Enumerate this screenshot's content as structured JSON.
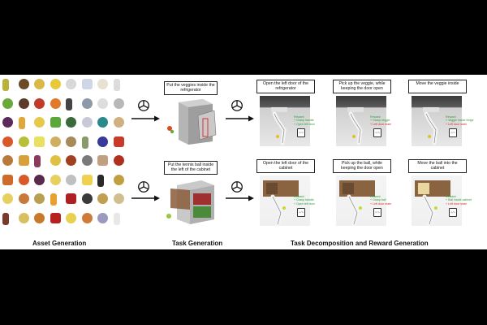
{
  "captions": {
    "assets": "Asset Generation",
    "tasks": "Task Generation",
    "decomposition": "Task Decomposition and Reward Generation"
  },
  "rows": [
    {
      "task": "Put the veggies inside the refrigerator",
      "subtasks": [
        {
          "label": "Open the left door of the refrigerator",
          "reward_title": "Reward:",
          "reward_items": [
            {
              "text": "+ Grasp handle",
              "status": "ok"
            },
            {
              "text": "+ Open left door",
              "status": "ok"
            }
          ]
        },
        {
          "label": "Pick up the veggie, while keeping the door open",
          "reward_title": "Reward:",
          "reward_items": [
            {
              "text": "+ Grasp veggie",
              "status": "ok"
            },
            {
              "text": "+ Left door state",
              "status": "bad"
            }
          ]
        },
        {
          "label": "Move the veggie inside",
          "reward_title": "Reward:",
          "reward_items": [
            {
              "text": "+ Veggie inside fridge",
              "status": "ok"
            },
            {
              "text": "+ Left door state",
              "status": "bad"
            }
          ]
        }
      ]
    },
    {
      "task": "Put the tennis ball inside the left of the cabinet",
      "subtasks": [
        {
          "label": "Open the left door of the cabinet",
          "reward_title": "Reward:",
          "reward_items": [
            {
              "text": "+ Grasp handle",
              "status": "ok"
            },
            {
              "text": "+ Open left door",
              "status": "ok"
            }
          ]
        },
        {
          "label": "Pick up the ball, while keeping the door open",
          "reward_title": "Reward:",
          "reward_items": [
            {
              "text": "+ Grasp ball",
              "status": "ok"
            },
            {
              "text": "+ Left door state",
              "status": "bad"
            }
          ]
        },
        {
          "label": "Move the ball into the cabinet",
          "reward_title": "Reward:",
          "reward_items": [
            {
              "text": "+ Ball inside cabinet",
              "status": "ok"
            },
            {
              "text": "+ Left door state",
              "status": "bad"
            }
          ]
        }
      ]
    }
  ],
  "code_icon_text": "</>",
  "colors": {
    "reward_ok": "#2a9d3a",
    "reward_bad": "#d93025",
    "asset_palette": [
      "#b8b23a",
      "#6b4a2a",
      "#d9b84a",
      "#e8c93a",
      "#d8d8d8",
      "#cfd6e6",
      "#e8e0d0",
      "#dcdcdc",
      "#6aa83a",
      "#5c3b2a",
      "#c23a2a",
      "#e07a2a",
      "#444",
      "#8a9aa8",
      "#ddd",
      "#b8b8b8",
      "#5a2a5a",
      "#e0a83a",
      "#e6c84a",
      "#5aa83a",
      "#3a6a3a",
      "#c8c8d8",
      "#2a8a8a",
      "#d0b080",
      "#d85a2a",
      "#b8c03a",
      "#e8e060",
      "#d0b060",
      "#a88a5a",
      "#8a9a6a",
      "#3a3a9a",
      "#c83a2a",
      "#b87a3a",
      "#d8a03a",
      "#8a3a5a",
      "#e0c040",
      "#a04020",
      "#7a7a7a",
      "#c0a080",
      "#b03020",
      "#d06a2a",
      "#d85a2a",
      "#5a2a4a",
      "#e8d060",
      "#c0c0c0",
      "#f0d050",
      "#2a2a2a",
      "#c0a040",
      "#e8d060",
      "#c87a3a",
      "#b8a050",
      "#e8a030",
      "#b02020",
      "#3a3a3a",
      "#c0a050",
      "#d0c090",
      "#7a3a2a",
      "#d8c060",
      "#c87a2a",
      "#b82020",
      "#e8d050",
      "#d07a3a",
      "#9a9ac0",
      "#e8e8e8"
    ]
  }
}
